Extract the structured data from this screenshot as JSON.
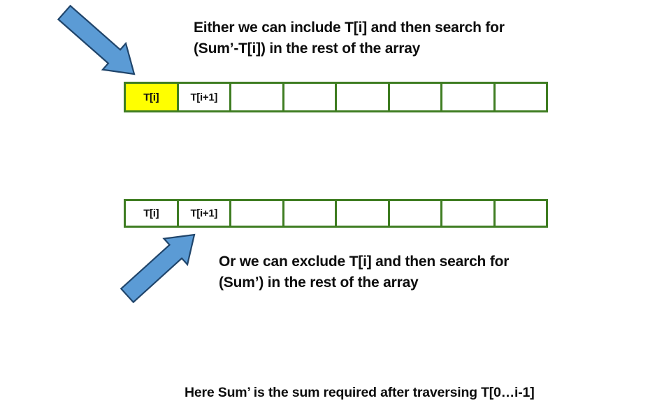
{
  "slide": {
    "title_absent": true,
    "background_color": "#ffffff",
    "accent_colors": {
      "array_border_green": "#3f7d22",
      "highlight_yellow": "#ffff00",
      "arrow_blue_fill": "#5b9bd5",
      "arrow_blue_stroke": "#20456b",
      "text_black": "#0d0d0d"
    }
  },
  "annotations": {
    "include_branch": "Either we can include T[i] and then search for\n(Sum’-T[i]) in the rest of the array",
    "exclude_branch": "Or we can exclude T[i] and then search for\n(Sum’) in the rest of the array",
    "footnote": "Here Sum’ is the sum required after traversing T[0…i-1]"
  },
  "arrays": [
    {
      "id": "array-top",
      "cells": [
        {
          "label": "T[i]",
          "highlighted": true
        },
        {
          "label": "T[i+1]",
          "highlighted": false
        },
        {
          "label": "",
          "highlighted": false
        },
        {
          "label": "",
          "highlighted": false
        },
        {
          "label": "",
          "highlighted": false
        },
        {
          "label": "",
          "highlighted": false
        },
        {
          "label": "",
          "highlighted": false
        },
        {
          "label": "",
          "highlighted": false
        }
      ]
    },
    {
      "id": "array-bottom",
      "cells": [
        {
          "label": "T[i]",
          "highlighted": false
        },
        {
          "label": "T[i+1]",
          "highlighted": false
        },
        {
          "label": "",
          "highlighted": false
        },
        {
          "label": "",
          "highlighted": false
        },
        {
          "label": "",
          "highlighted": false
        },
        {
          "label": "",
          "highlighted": false
        },
        {
          "label": "",
          "highlighted": false
        },
        {
          "label": "",
          "highlighted": false
        }
      ]
    }
  ],
  "arrows": [
    {
      "id": "arrow-include",
      "icon": "arrow-down-right-icon",
      "direction": "down-right",
      "points_to": "array-top cell T[i]"
    },
    {
      "id": "arrow-exclude",
      "icon": "arrow-up-right-icon",
      "direction": "up-right",
      "points_to": "array-bottom cell T[i+1]"
    }
  ]
}
